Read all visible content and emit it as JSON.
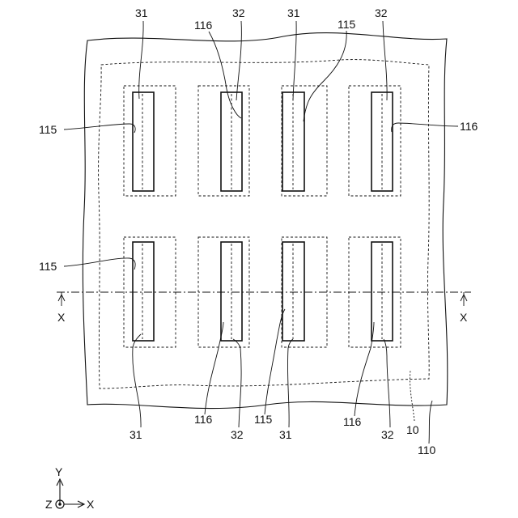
{
  "labels": {
    "n31": "31",
    "n32": "32",
    "n115": "115",
    "n116": "116",
    "n10": "10",
    "n110": "110",
    "section": "X"
  },
  "axes": {
    "y": "Y",
    "x": "X",
    "z": "Z"
  }
}
